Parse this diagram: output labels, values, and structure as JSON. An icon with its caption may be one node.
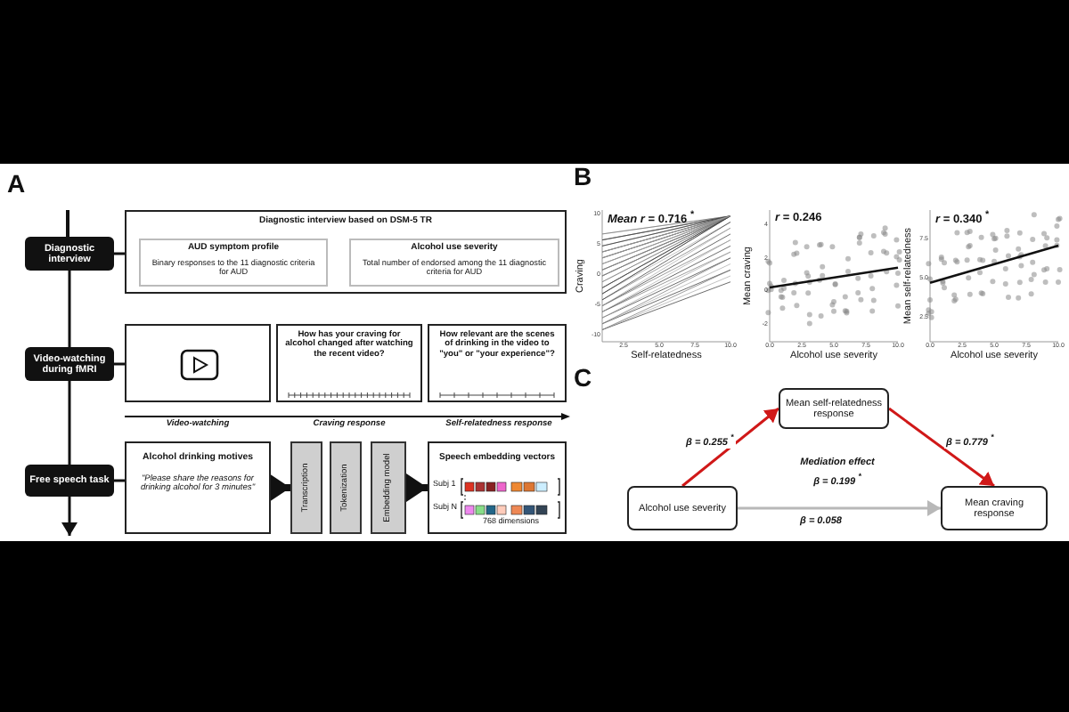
{
  "diagram": {
    "nodes": [
      {
        "text": [
          "Diagnostic interview"
        ]
      },
      {
        "text": [
          "Video-watching during fMRI"
        ]
      },
      {
        "text": [
          "Free speech task"
        ]
      },
      {
        "text": [
          "Diagnostic interview based on DSM-5 TR"
        ]
      },
      {
        "text": [
          "AUD symptom profile",
          "Binary responses to the 11 diagnostic criteria for AUD"
        ],
        "in": 3
      },
      {
        "text": [
          "Alcohol use severity",
          "Total number of endorsed among the 11 diagnostic criteria for AUD"
        ],
        "in": 3
      },
      {
        "text": [],
        "shape": "box"
      },
      {
        "text": [
          "How has your craving for alcohol changed after watching the recent video?"
        ]
      },
      {
        "text": [
          "How relevant are the scenes of drinking in the video to \"you\" or \"your experience\"?"
        ]
      },
      {
        "text": [
          "Alcohol drinking motives",
          "\"Please share the reasons for drinking alcohol for 3 minutes\""
        ]
      },
      {
        "text": [
          "Transcription"
        ]
      },
      {
        "text": [
          "Tokenization"
        ]
      },
      {
        "text": [
          "Embedding model"
        ]
      },
      {
        "text": [
          "Speech embedding vectors",
          "Subj 1",
          "Subj N",
          "768 dimensions"
        ]
      },
      {
        "text": [
          "Mean self-relatedness response"
        ]
      },
      {
        "text": [
          "Alcohol use severity"
        ]
      },
      {
        "text": [
          "Mean craving response"
        ]
      }
    ],
    "edges": [
      {
        "from": 0,
        "to": 1,
        "arrow": "none"
      },
      {
        "from": 1,
        "to": 2,
        "arrow": "none"
      },
      {
        "from": 2,
        "to": null,
        "arrow": "to"
      },
      {
        "from": 0,
        "to": 3,
        "arrow": "none"
      },
      {
        "from": 1,
        "to": 6,
        "arrow": "none"
      },
      {
        "from": 2,
        "to": 9,
        "arrow": "none"
      },
      {
        "from": 9,
        "to": 10,
        "arrow": "to",
        "style": "thick"
      },
      {
        "from": 12,
        "to": 13,
        "arrow": "to",
        "style": "thick"
      },
      {
        "from": 15,
        "to": 14,
        "arrow": "to",
        "label": "β = 0.255 $^{*}$",
        "color": "#d01818"
      },
      {
        "from": 14,
        "to": 16,
        "arrow": "to",
        "label": "β = 0.779 $^{*}$",
        "color": "#d01818"
      },
      {
        "from": 15,
        "to": 16,
        "arrow": "to",
        "label": "β = 0.058",
        "color": "#b8b8b8"
      }
    ],
    "labels": [
      "A",
      "B",
      "C",
      "Video-watching",
      "Craving response",
      "Self-relatedness response",
      "*Mean r* = 0.716 $^{*}$",
      "Craving",
      "Self-relatedness",
      "*r* = 0.246",
      "Mean craving",
      "Alcohol use severity",
      "*r* = 0.340 $^{*}$",
      "Mean self-relatedness",
      "Alcohol use severity",
      "Mediation effect",
      "β = 0.199 $^{*}$",
      "10",
      "5",
      "0",
      "-5",
      "-10",
      "2.5",
      "5.0",
      "7.5",
      "10.0",
      "4",
      "2",
      "0",
      "-2",
      "0.0",
      "2.5",
      "5.0",
      "7.5",
      "10.0",
      "7.5",
      "5.0",
      "2.5",
      "0.0",
      "2.5",
      "5.0",
      "7.5",
      "10.0"
    ]
  }
}
